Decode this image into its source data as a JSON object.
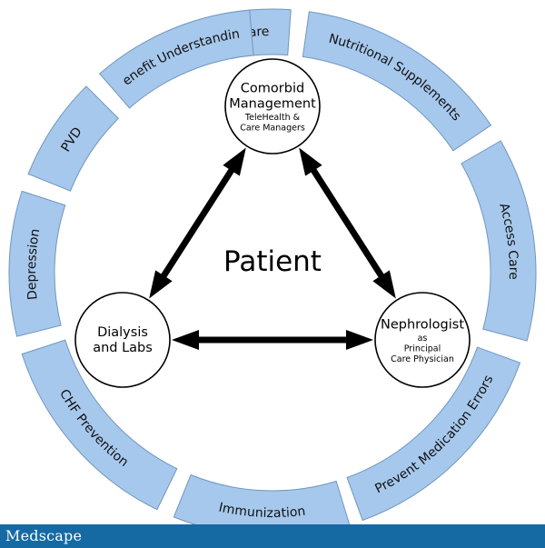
{
  "ring_segments": [
    "Diabetes Care",
    "Nutritional Supplements",
    "Access Care",
    "Prevent Medication Errors",
    "Immunization",
    "CHF Prevention",
    "Depression",
    "PVD",
    "Benefit Understanding"
  ],
  "center": {
    "label": "Patient"
  },
  "nodes": {
    "comorbid": {
      "title": [
        "Comorbid",
        "Management"
      ],
      "subtitle": [
        "TeleHealth &",
        "Care Managers"
      ]
    },
    "nephrologist": {
      "title": [
        "Nephrologist"
      ],
      "subtitle": [
        "as",
        "Principal",
        "Care Physician"
      ]
    },
    "dialysis": {
      "title": [
        "Dialysis",
        "and Labs"
      ],
      "subtitle": []
    }
  },
  "colors": {
    "segment_fill": "#a6c8ec",
    "segment_stroke": "#6f96bf",
    "footer": "#156aa4"
  },
  "footer": {
    "logo": "Medscape"
  }
}
